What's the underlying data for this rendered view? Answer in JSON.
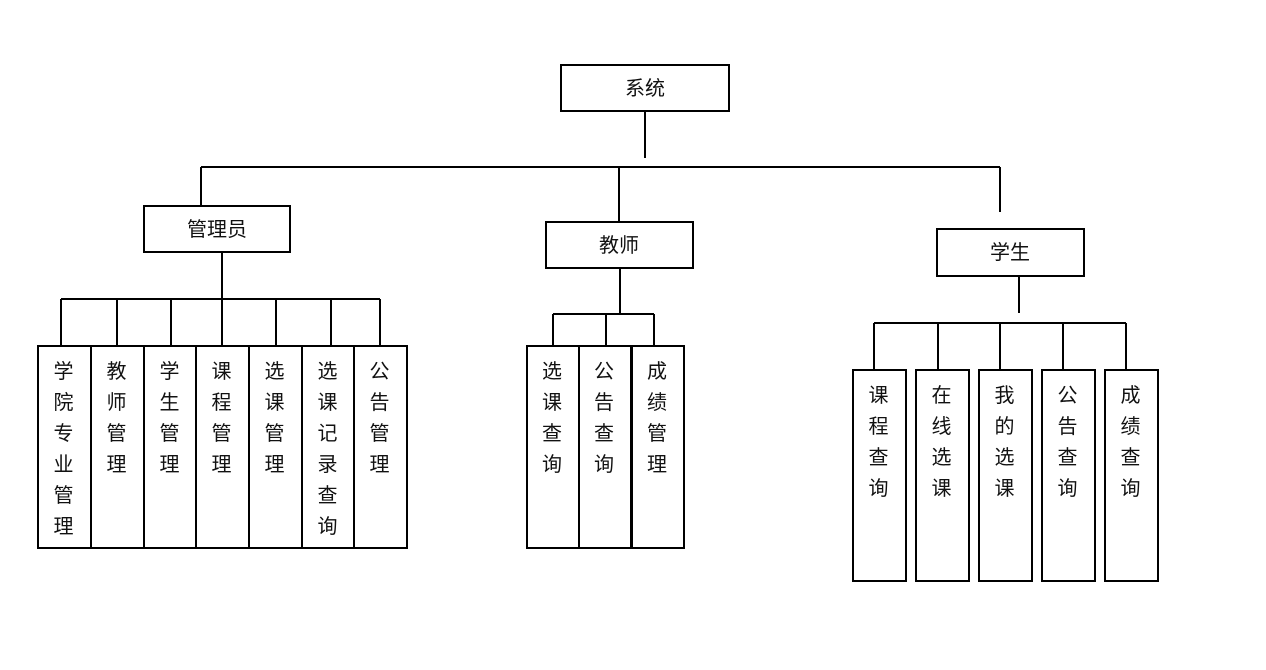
{
  "root": {
    "label": "系统"
  },
  "groups": [
    {
      "id": "admin",
      "label": "管理员",
      "items": [
        "学院专业管理",
        "教师管理",
        "学生管理",
        "课程管理",
        "选课管理",
        "选课记录查询",
        "公告管理"
      ]
    },
    {
      "id": "teacher",
      "label": "教师",
      "items": [
        "选课查询",
        "公告查询",
        "成绩管理"
      ]
    },
    {
      "id": "student",
      "label": "学生",
      "items": [
        "课程查询",
        "在线选课",
        "我的选课",
        "公告查询",
        "成绩查询"
      ]
    }
  ]
}
